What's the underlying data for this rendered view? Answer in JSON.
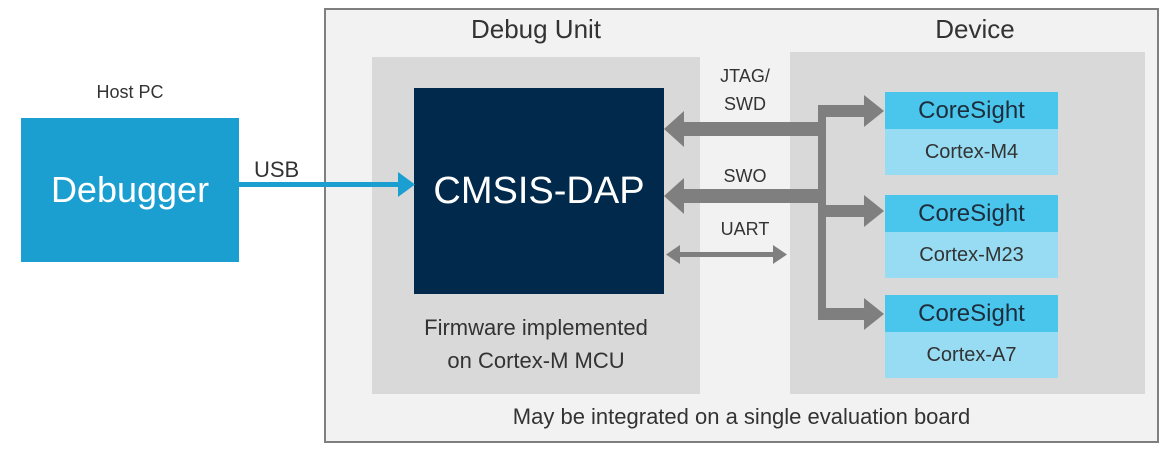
{
  "outer_board": {
    "caption": "May be integrated on a single evaluation board"
  },
  "host": {
    "label": "Host PC",
    "debugger_label": "Debugger"
  },
  "usb_label": "USB",
  "debug_unit": {
    "title": "Debug Unit",
    "cmsis_label": "CMSIS-DAP",
    "firmware_line1": "Firmware implemented",
    "firmware_line2": "on Cortex-M MCU"
  },
  "interfaces": {
    "jtag_line1": "JTAG/",
    "jtag_line2": "SWD",
    "swo": "SWO",
    "uart": "UART"
  },
  "device": {
    "title": "Device",
    "cores": [
      {
        "coresight": "CoreSight",
        "name": "Cortex-M4"
      },
      {
        "coresight": "CoreSight",
        "name": "Cortex-M23"
      },
      {
        "coresight": "CoreSight",
        "name": "Cortex-A7"
      }
    ]
  },
  "colors": {
    "debugger_blue": "#1a9fd0",
    "cmsis_navy": "#00294b",
    "coresight_top": "#4ac6ec",
    "coresight_bottom": "#97dcf3",
    "arrow_gray": "#7f7f7f",
    "panel_gray": "#d9d9d9"
  }
}
